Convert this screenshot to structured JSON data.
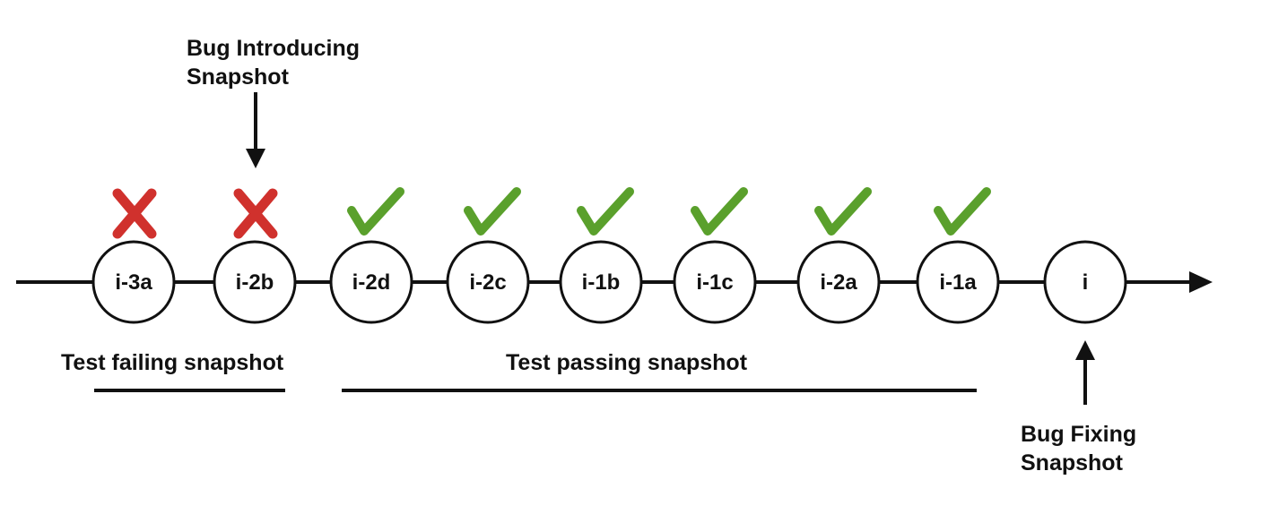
{
  "annotations": {
    "bug_introducing": [
      "Bug Introducing",
      "Snapshot"
    ],
    "bug_fixing": [
      "Bug Fixing",
      "Snapshot"
    ],
    "test_failing": "Test failing snapshot",
    "test_passing": "Test passing snapshot"
  },
  "nodes": [
    {
      "label": "i-3a",
      "status": "fail"
    },
    {
      "label": "i-2b",
      "status": "fail"
    },
    {
      "label": "i-2d",
      "status": "pass"
    },
    {
      "label": "i-2c",
      "status": "pass"
    },
    {
      "label": "i-1b",
      "status": "pass"
    },
    {
      "label": "i-1c",
      "status": "pass"
    },
    {
      "label": "i-2a",
      "status": "pass"
    },
    {
      "label": "i-1a",
      "status": "pass"
    },
    {
      "label": "i",
      "status": "none"
    }
  ],
  "colors": {
    "fail": "#d0312d",
    "pass": "#5aa02c",
    "line": "#111111"
  }
}
